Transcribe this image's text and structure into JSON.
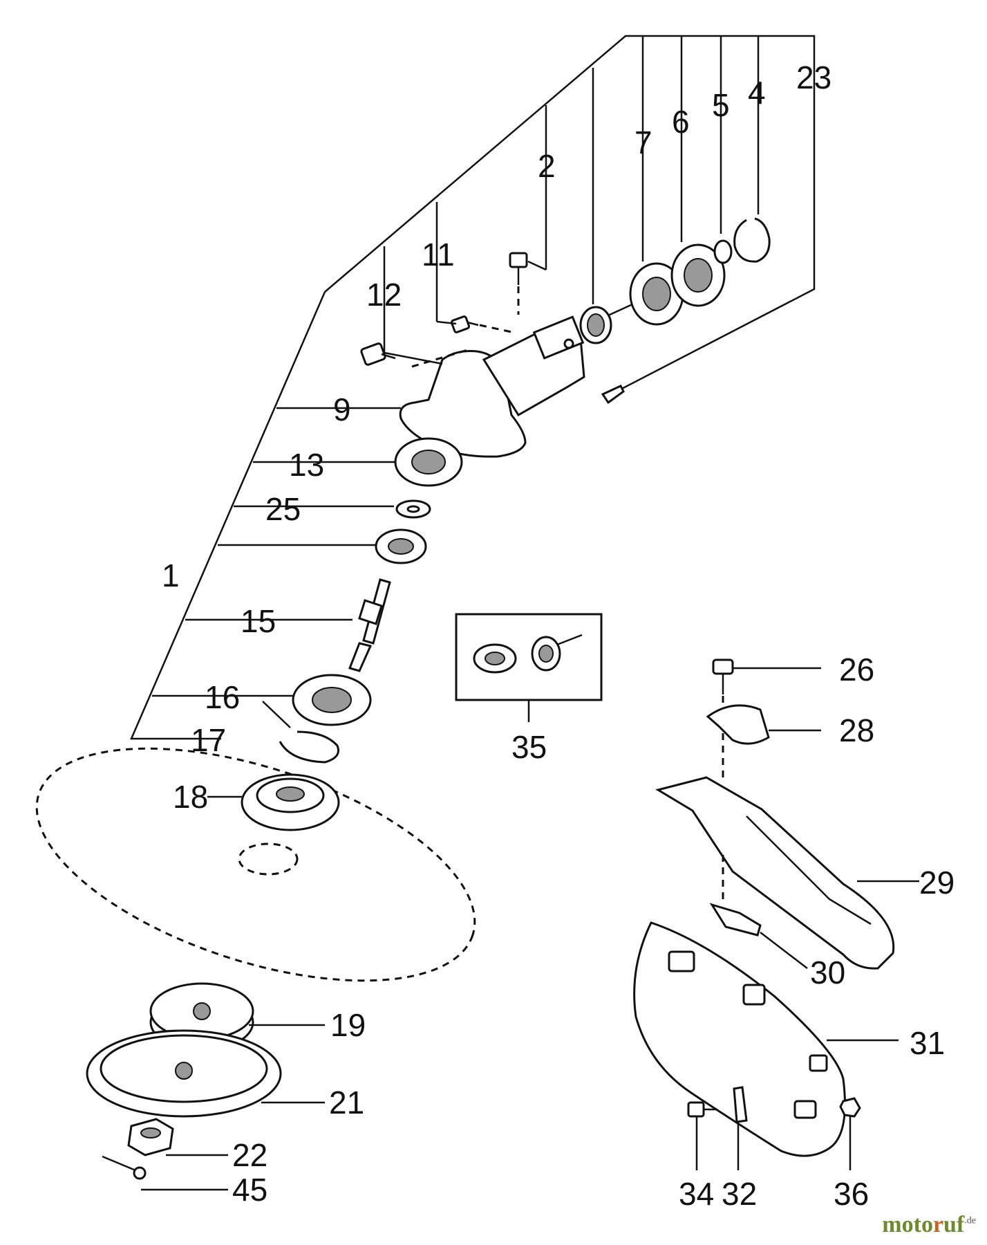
{
  "parts": {
    "p1": "1",
    "p2": "2",
    "p4": "4",
    "p5": "5",
    "p6": "6",
    "p7": "7",
    "p9": "9",
    "p11": "11",
    "p12": "12",
    "p13": "13",
    "p15": "15",
    "p16": "16",
    "p17": "17",
    "p18": "18",
    "p19": "19",
    "p21": "21",
    "p22": "22",
    "p23": "23",
    "p25": "25",
    "p26": "26",
    "p28": "28",
    "p29": "29",
    "p30": "30",
    "p31": "31",
    "p32": "32",
    "p34": "34",
    "p35": "35",
    "p36": "36",
    "p45": "45"
  },
  "watermark": {
    "brand_a": "moto",
    "brand_b": "r",
    "brand_c": "uf",
    "tld": ".de"
  }
}
